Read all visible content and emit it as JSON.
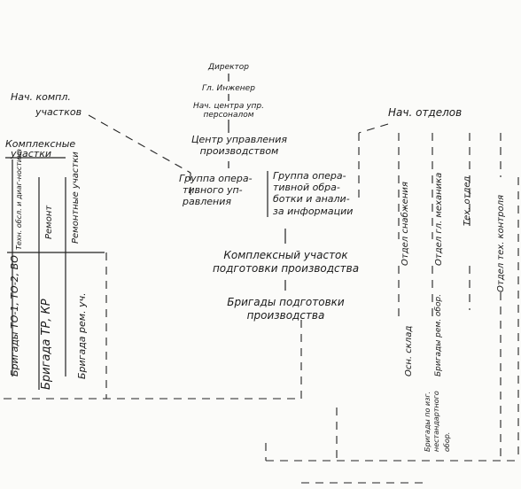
{
  "center": {
    "director": "Директор",
    "chief_engineer": "Гл. Инженер",
    "head_center_line1": "Нач. центра упр.",
    "head_center_line2": "персоналом",
    "prod_center_line1": "Центр управления",
    "prod_center_line2": "производством",
    "group_op_mgmt_1": "Группа опера-",
    "group_op_mgmt_2": "тивного уп-",
    "group_op_mgmt_3": "равления",
    "group_op_proc_1": "Группа опера-",
    "group_op_proc_2": "тивной обра-",
    "group_op_proc_3": "ботки и анали-",
    "group_op_proc_4": "за информации",
    "complex_prep_1": "Комплексный участок",
    "complex_prep_2": "подготовки производства",
    "brigades_prep_1": "Бригады подготовки",
    "brigades_prep_2": "производства"
  },
  "left": {
    "head_complex_1": "Нач. компл.",
    "head_complex_2": "участков",
    "complex_sites_1": "Комплексные",
    "complex_sites_2": "участки",
    "col1": "Техн. обсл. и диаг-ностика",
    "col2": "Ремонт",
    "col3": "Ремонтные участки",
    "brig1": "Бригады ТО-1, ТО-2, ВО",
    "brig2": "Бригада ТР, КР",
    "brig3": "Бригада рем. уч."
  },
  "right": {
    "head_depts": "Нач. отделов",
    "dept_supply": "Отдел снабжения",
    "dept_mech": "Отдел гл. механика",
    "dept_tech": "Тех. отдел",
    "dept_qc": "Отдел тех. контроля",
    "warehouse": "Осн. склад",
    "brig_repair": "Бригады рем. обор.",
    "brig_nonstd_1": "Бригады по изг.",
    "brig_nonstd_2": "нестандартного",
    "brig_nonstd_3": "обор."
  }
}
